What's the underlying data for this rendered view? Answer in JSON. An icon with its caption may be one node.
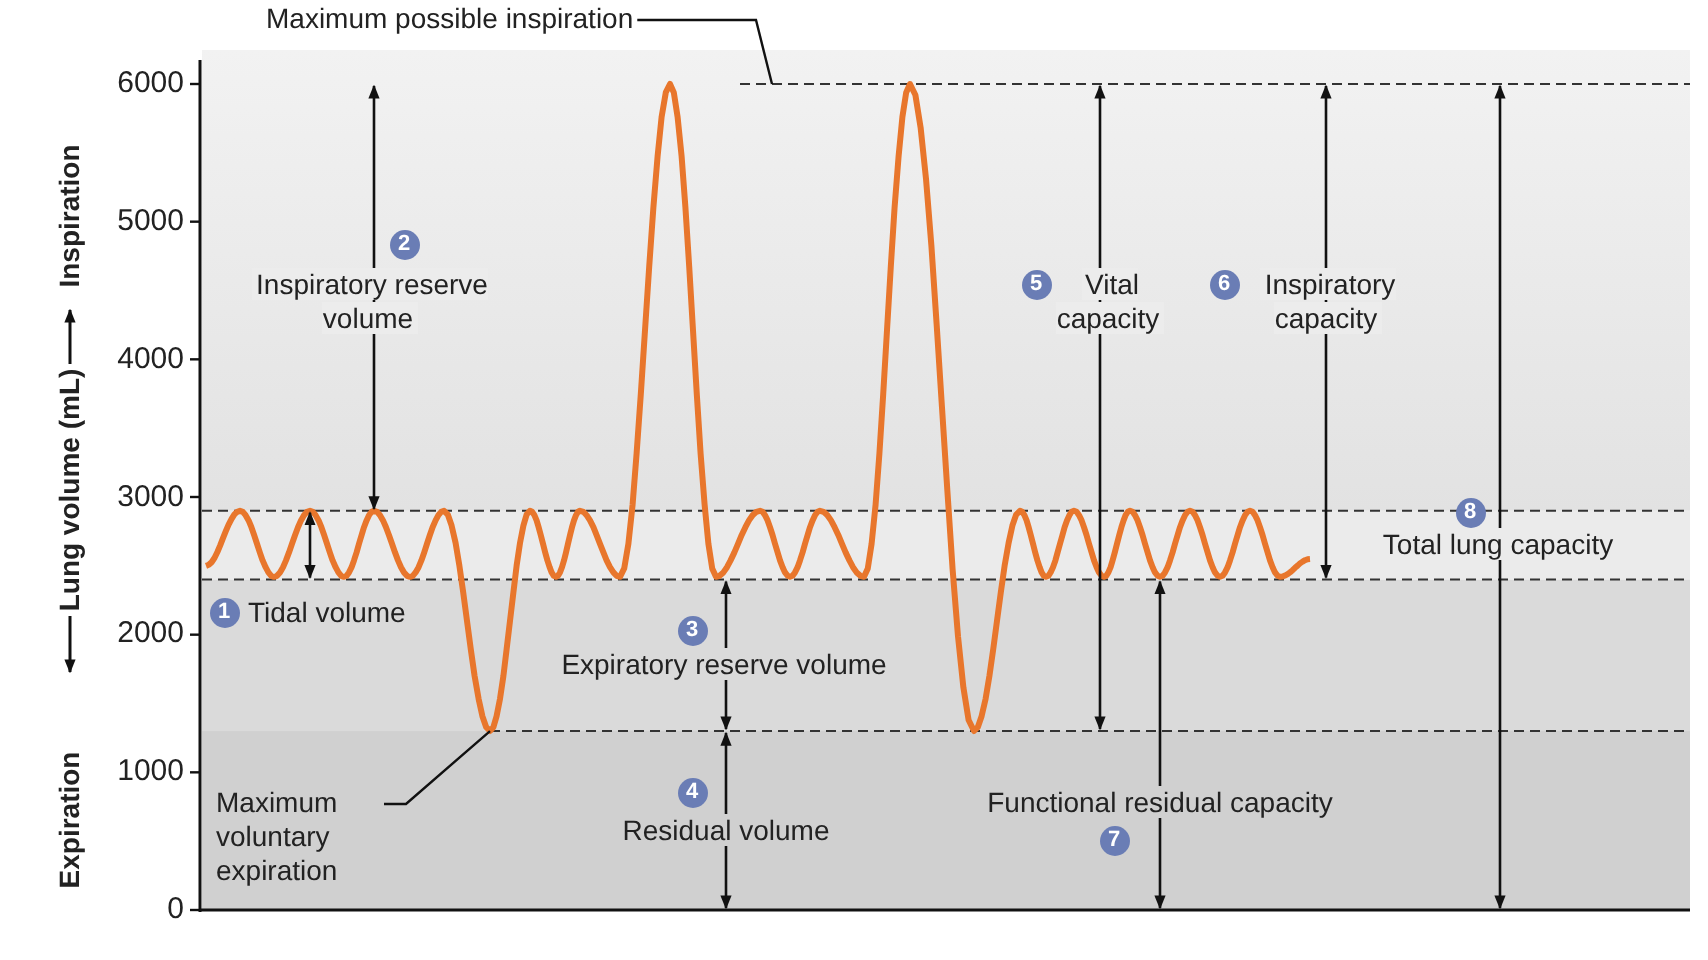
{
  "diagram": {
    "nodes": [
      {
        "text": [
          "Maximum possible inspiration"
        ]
      },
      {
        "text": [
          "Maximum voluntary expiration"
        ]
      }
    ],
    "edges": [
      {
        "from": 0,
        "to": null,
        "arrow": "none"
      },
      {
        "from": 1,
        "to": null,
        "arrow": "none"
      }
    ],
    "labels": [
      "6000",
      "5000",
      "4000",
      "3000",
      "2000",
      "1000",
      "0",
      "Inspiration",
      "Lung volume (mL)",
      "Expiration",
      "2",
      "Inspiratory reserve volume",
      "5",
      "Vital capacity",
      "6",
      "Inspiratory capacity",
      "8",
      "Total lung capacity",
      "1",
      "Tidal volume",
      "3",
      "Expiratory reserve volume",
      "4",
      "Residual volume",
      "Functional residual capacity",
      "7"
    ]
  }
}
